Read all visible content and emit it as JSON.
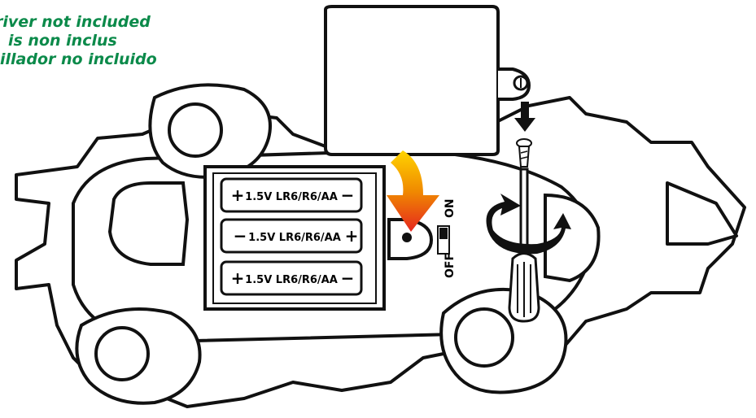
{
  "driver_note": [
    "river not included",
    "is non inclus",
    "illador no incluido"
  ],
  "battery_labels": [
    {
      "text": "1.5V LR6/R6/AA",
      "left_sign": "+",
      "right_sign": "−"
    },
    {
      "text": "1.5V LR6/R6/AA",
      "left_sign": "−",
      "right_sign": "+"
    },
    {
      "text": "1.5V LR6/R6/AA",
      "left_sign": "+",
      "right_sign": "−"
    }
  ],
  "switch": {
    "off_label": "OFF",
    "on_label": "ON"
  },
  "colors": {
    "outline": "#111111",
    "note_text": "#0b8a4a",
    "arrow_orange": "#f08a00",
    "arrow_red": "#e5261f",
    "arrow_yellow": "#ffd400"
  },
  "icons": [
    "down-arrow-icon",
    "rotate-arrow-icon",
    "screw-icon",
    "screwdriver-icon",
    "curved-arrow-icon"
  ]
}
